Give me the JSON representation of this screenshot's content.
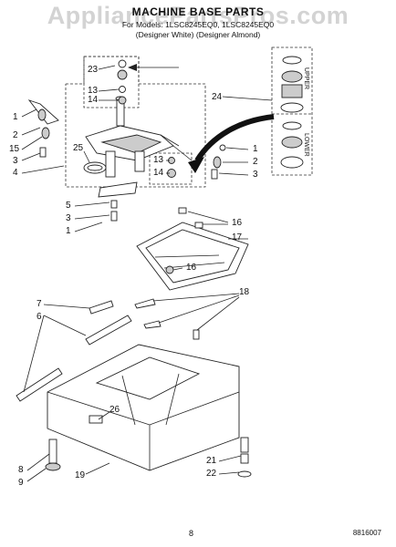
{
  "header": {
    "watermark": "AppliancePartsPros.com",
    "title": "MACHINE BASE PARTS",
    "model_line": "For Models: 1LSC8245EQ0, 1LSC8245EQ0",
    "color_line": "(Designer White)    (Designer Almond)"
  },
  "kit_labels": {
    "upper": "UPPER",
    "lower": "LOWER"
  },
  "callouts": {
    "c23": "23",
    "c13a": "13",
    "c14a": "14",
    "c24": "24",
    "c1a": "1",
    "c2a": "2",
    "c15": "15",
    "c3a": "3",
    "c4": "4",
    "c25": "25",
    "c5": "5",
    "c3b": "3",
    "c1b": "1",
    "c13b": "13",
    "c14b": "14",
    "c1c": "1",
    "c2b": "2",
    "c3c": "3",
    "c16a": "16",
    "c17": "17",
    "c16b": "16",
    "c7": "7",
    "c6": "6",
    "c18": "18",
    "c26": "26",
    "c8": "8",
    "c9": "9",
    "c19": "19",
    "c21": "21",
    "c22": "22"
  },
  "footer": {
    "page": "8",
    "code": "8816007"
  },
  "colors": {
    "line": "#222222",
    "watermark": "#969696"
  }
}
